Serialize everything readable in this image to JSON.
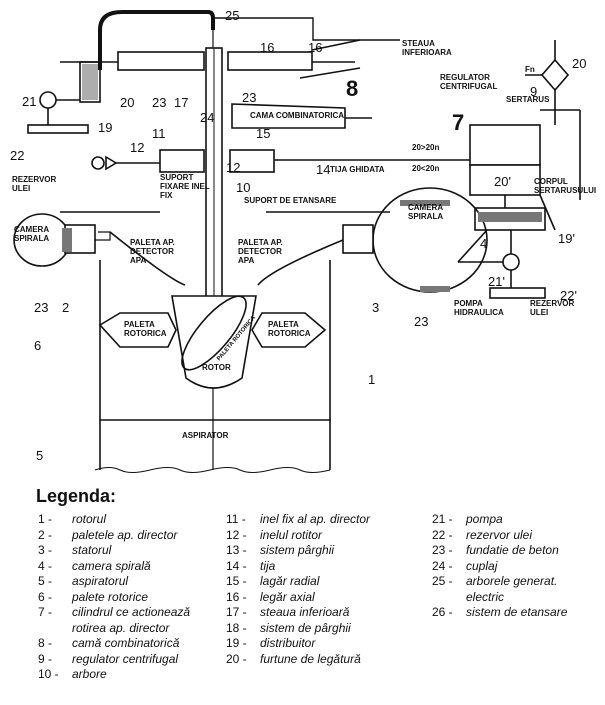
{
  "diagram": {
    "labels": {
      "steaua_inferioara": "STEAUA\nINFERIOARA",
      "regulator_centrifugal": "REGULATOR\nCENTRIFUGAL",
      "sertarus": "SERTARUS",
      "cama_combinatorica": "CAMA COMBINATORICA",
      "tija_ghidata": "TIJA GHIDATA",
      "rezervor_ulei_left": "REZERVOR\nULEI",
      "suport_fixare_inel_fix": "SUPORT\nFIXARE INEL\nFIX",
      "suport_de_etansare": "SUPORT DE ETANSARE",
      "camera_spirala_left": "CAMERA\nSPIRALA",
      "camera_spirala_right": "CAMERA\nSPIRALA",
      "paleta_detector_left": "PALETA AP.\nDETECTOR\nAPA",
      "paleta_detector_right": "PALETA AP.\nDETECTOR\nAPA",
      "corpul_sertarusului": "CORPUL\nSERTARUSULUI",
      "paleta_rotorica_left": "PALETA\nROTORICA",
      "paleta_rotorica_right": "PALETA\nROTORICA",
      "paleta_rotorica_blade": "PALETA ROTORICA",
      "rotor": "ROTOR",
      "pompa_hidraulica": "POMPA\nHIDRAULICA",
      "rezervor_ulei_right": "REZERVOR\nULEI",
      "aspirator": "ASPIRATOR",
      "ineq_gt": "20>20n",
      "ineq_lt": "20<20n",
      "fn": "Fn"
    },
    "numbers": {
      "n25": "25",
      "n16a": "16",
      "n16b": "16",
      "n20a": "20",
      "n20b": "20",
      "n21a": "21",
      "n21b": "21'",
      "n9": "9",
      "n19a": "19",
      "n19b": "19'",
      "n23a": "23",
      "n23b": "23",
      "n23c": "23",
      "n23d": "23",
      "n17": "17",
      "n8": "8",
      "n24": "24",
      "n22a": "22",
      "n22b": "22'",
      "n7": "7",
      "n11": "11",
      "n15": "15",
      "n12a": "12",
      "n12b": "12",
      "n14": "14",
      "n10": "10",
      "n20p": "20'",
      "n4": "4",
      "n2": "2",
      "n3": "3",
      "n6": "6",
      "n1": "1",
      "n5": "5"
    }
  },
  "legend": {
    "title": "Legenda:",
    "columns": [
      [
        {
          "n": "1 -",
          "t": "rotorul"
        },
        {
          "n": "2 -",
          "t": "paletele ap. director"
        },
        {
          "n": "3 -",
          "t": "statorul"
        },
        {
          "n": "4 -",
          "t": "camera spirală"
        },
        {
          "n": "5 -",
          "t": "aspiratorul"
        },
        {
          "n": "6 -",
          "t": "palete rotorice"
        },
        {
          "n": "7 -",
          "t": "cilindrul ce actionează"
        },
        {
          "n": "",
          "t": "rotirea ap. director"
        },
        {
          "n": "8 -",
          "t": "camă combinatorică"
        },
        {
          "n": "9 -",
          "t": "regulator centrifugal"
        },
        {
          "n": "10 -",
          "t": "arbore"
        }
      ],
      [
        {
          "n": "11 -",
          "t": "inel fix al ap. director"
        },
        {
          "n": "12 -",
          "t": "inelul rotitor"
        },
        {
          "n": "13 -",
          "t": "sistem pârghii"
        },
        {
          "n": "14 -",
          "t": "tija"
        },
        {
          "n": "15 -",
          "t": "lagăr radial"
        },
        {
          "n": "16 -",
          "t": "legăr axial"
        },
        {
          "n": "17 -",
          "t": "steaua inferioară"
        },
        {
          "n": "18 -",
          "t": "sistem de pârghii"
        },
        {
          "n": "19 -",
          "t": "distribuitor"
        },
        {
          "n": "20 -",
          "t": "furtune de legătură"
        }
      ],
      [
        {
          "n": "21 -",
          "t": "pompa"
        },
        {
          "n": "22 -",
          "t": "rezervor ulei"
        },
        {
          "n": "23 -",
          "t": "fundatie de beton"
        },
        {
          "n": "24 -",
          "t": "cuplaj"
        },
        {
          "n": "25 -",
          "t": "arborele generat."
        },
        {
          "n": "",
          "t": "electric"
        },
        {
          "n": "26 -",
          "t": "sistem de etansare"
        }
      ]
    ]
  }
}
